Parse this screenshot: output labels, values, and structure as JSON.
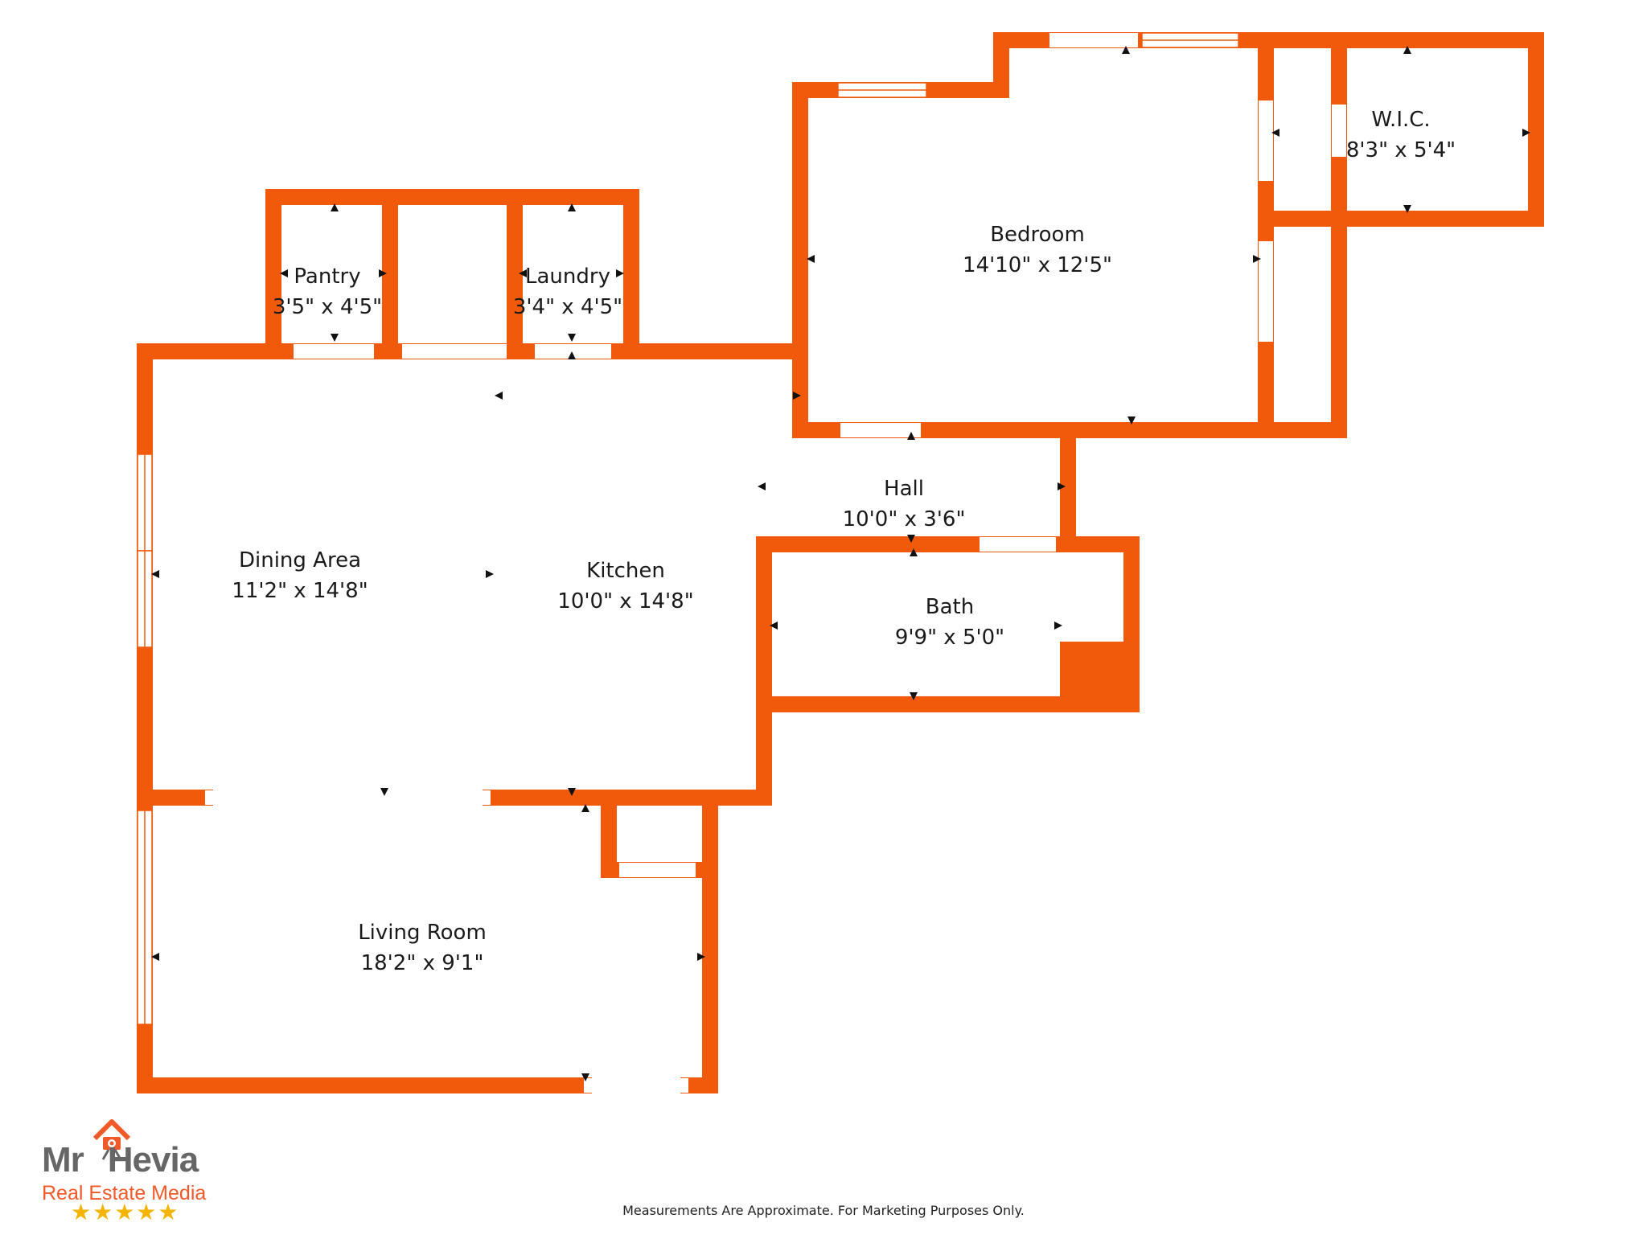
{
  "colors": {
    "wall": "#f05a0a",
    "opening": "#ffffff",
    "window_frame": "#f05a0a",
    "marker": "#111111",
    "text": "#1a1a1a",
    "logo_gray": "#666666",
    "logo_orange": "#f05a28",
    "star": "#f5b400"
  },
  "rooms": [
    {
      "key": "pantry",
      "name": "Pantry",
      "dimensions": "3'5\" x 4'5\""
    },
    {
      "key": "laundry",
      "name": "Laundry",
      "dimensions": "3'4\" x 4'5\""
    },
    {
      "key": "bedroom",
      "name": "Bedroom",
      "dimensions": "14'10\" x 12'5\""
    },
    {
      "key": "wic",
      "name": "W.I.C.",
      "dimensions": "8'3\" x 5'4\""
    },
    {
      "key": "hall",
      "name": "Hall",
      "dimensions": "10'0\" x 3'6\""
    },
    {
      "key": "dining",
      "name": "Dining Area",
      "dimensions": "11'2\" x 14'8\""
    },
    {
      "key": "kitchen",
      "name": "Kitchen",
      "dimensions": "10'0\" x 14'8\""
    },
    {
      "key": "bath",
      "name": "Bath",
      "dimensions": "9'9\" x 5'0\""
    },
    {
      "key": "living",
      "name": "Living Room",
      "dimensions": "18'2\" x 9'1\""
    }
  ],
  "logo": {
    "word1": "Mr",
    "word2": "Hevia",
    "tagline": "Real Estate Media",
    "stars": "★★★★★",
    "icon": "house-camera-icon"
  },
  "disclaimer": "Measurements Are Approximate. For Marketing Purposes Only."
}
